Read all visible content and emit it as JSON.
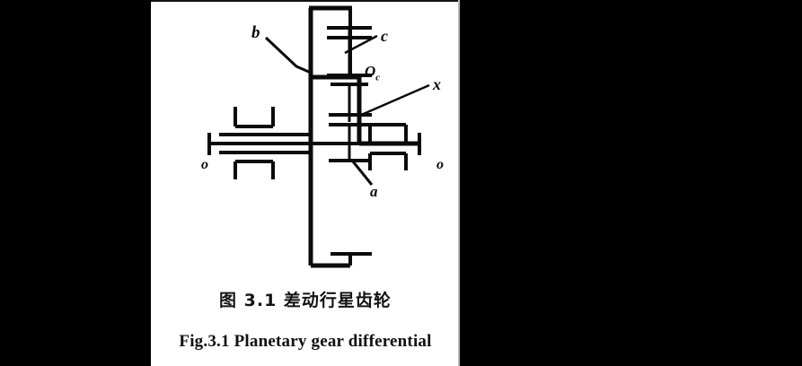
{
  "page": {
    "background_color": "#000000",
    "paper_color": "#ffffff",
    "ink_color": "#0b0b0b"
  },
  "figure": {
    "name": "planetary-gear-differential-schematic",
    "labels": {
      "b": "b",
      "c": "c",
      "o_c_base": "O",
      "o_c_sub": "c",
      "x": "x",
      "a": "a",
      "o_left": "o",
      "o_right": "o"
    }
  },
  "caption": {
    "chinese": "图 3.1  差动行星齿轮",
    "english": "Fig.3.1 Planetary gear differential"
  }
}
